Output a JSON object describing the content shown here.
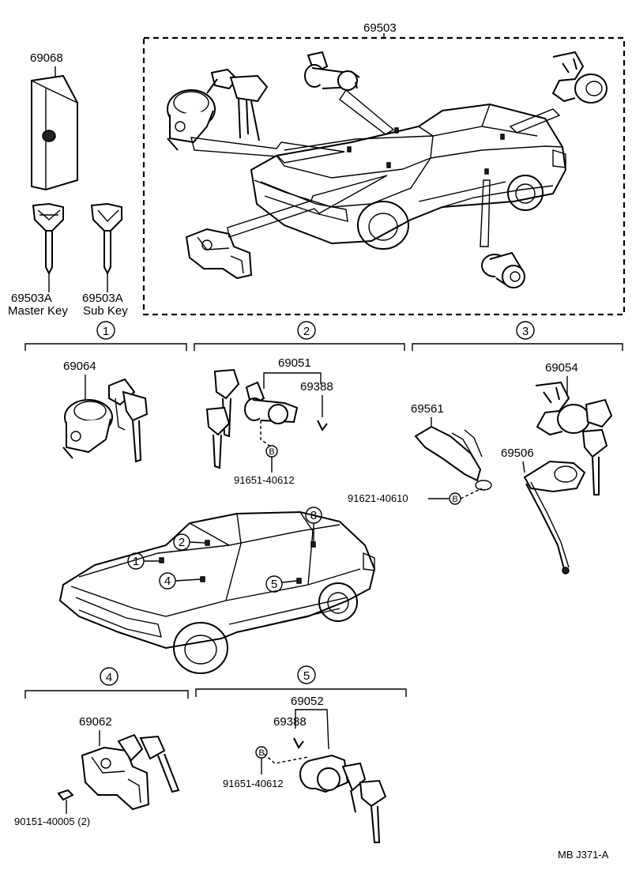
{
  "diagram": {
    "main_assembly": {
      "part_no": "69503"
    },
    "key_plate": {
      "part_no": "69068"
    },
    "master_key": {
      "part_no": "69503A",
      "caption": "Master Key"
    },
    "sub_key": {
      "part_no": "69503A",
      "caption": "Sub Key"
    },
    "section_1": {
      "marker": "1",
      "parts": {
        "cylinder": "69064"
      }
    },
    "section_2": {
      "marker": "2",
      "parts": {
        "cylinder": "69051",
        "retainer": "69388",
        "bolt": "91651-40612"
      },
      "bolt_symbol": "B"
    },
    "section_3": {
      "marker": "3",
      "parts": {
        "cylinder": "69054",
        "bracket": "69561",
        "cable": "69506",
        "bolt": "91621-40610"
      },
      "bolt_symbol": "B"
    },
    "car_markers": [
      "1",
      "2",
      "4",
      "5",
      "8"
    ],
    "section_4": {
      "marker": "4",
      "parts": {
        "cylinder": "69062",
        "screw": "90151-40005 (2)"
      }
    },
    "section_5": {
      "marker": "5",
      "parts": {
        "cylinder": "69052",
        "retainer": "69388",
        "bolt": "91651-40612"
      },
      "bolt_symbol": "B"
    },
    "figure_code": "MB J371-A"
  }
}
